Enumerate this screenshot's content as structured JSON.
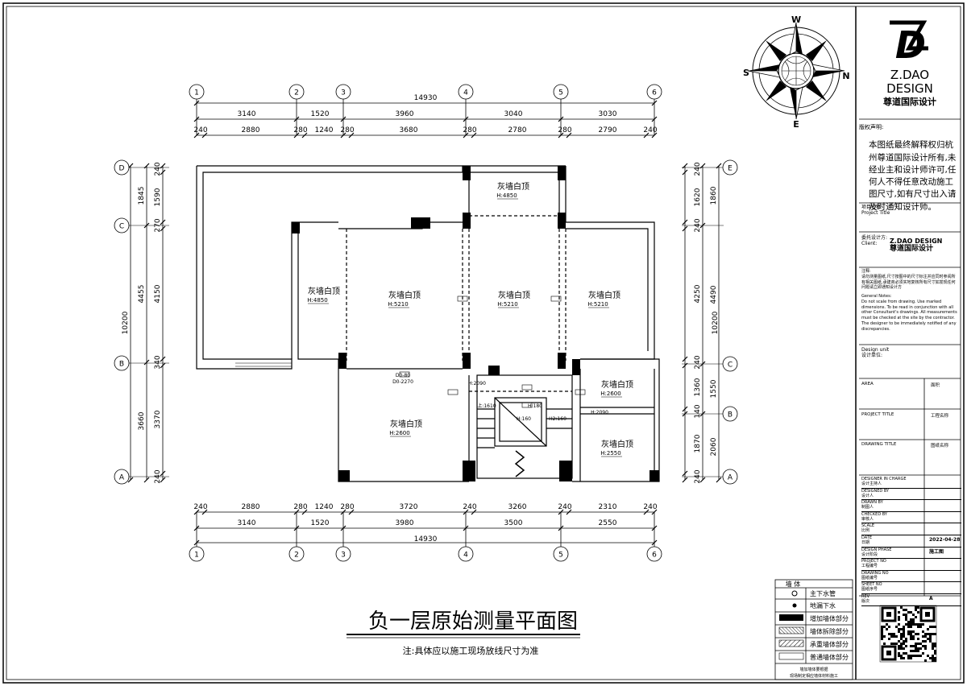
{
  "title": "负一层原始测量平面图",
  "subtitle": "注:具体应以施工现场放线尺寸为准",
  "axes": {
    "columns": [
      "1",
      "2",
      "3",
      "4",
      "5",
      "6"
    ],
    "rows_left": [
      "D",
      "C",
      "B",
      "A"
    ],
    "rows_right": [
      "E",
      "C",
      "B",
      "A"
    ]
  },
  "dims": {
    "top_total": "14930",
    "top_row1": [
      "3140",
      "1520",
      "3960",
      "3040",
      "3030"
    ],
    "top_row2": [
      "240",
      "2880",
      "280",
      "1240",
      "280",
      "3680",
      "280",
      "2780",
      "280",
      "2790",
      "240"
    ],
    "bot_total": "14930",
    "bot_row1": [
      "3140",
      "1520",
      "3980",
      "3500",
      "2550"
    ],
    "bot_row2": [
      "240",
      "2880",
      "280",
      "1240",
      "280",
      "3720",
      "240",
      "3260",
      "240",
      "2310",
      "240"
    ],
    "left_total": "10200",
    "left_row1": [
      "1845",
      "4455",
      "3660"
    ],
    "left_row2": [
      "240",
      "1590",
      "270",
      "4150",
      "340",
      "3370",
      "240"
    ],
    "right_total": "10200",
    "right_row1": [
      "1860",
      "4490",
      "1550",
      "2060"
    ],
    "right_row2": [
      "240",
      "1620",
      "240",
      "4250",
      "240",
      "1360",
      "140",
      "1870",
      "240"
    ]
  },
  "rooms": [
    {
      "label": "灰墙白顶",
      "height": "H:4850"
    },
    {
      "label": "灰墙白顶",
      "height": "H:4850"
    },
    {
      "label": "灰墙白顶",
      "height": "H:5210"
    },
    {
      "label": "灰墙白顶",
      "height": "H:5210"
    },
    {
      "label": "灰墙白顶",
      "height": "H:5210"
    },
    {
      "label": "灰墙白顶",
      "height": "H:2600"
    },
    {
      "label": "灰墙白顶",
      "height": "H:2600"
    },
    {
      "label": "灰墙白顶",
      "height": "H:2550"
    }
  ],
  "plan_small_tags": [
    "H:2090",
    "H:2090",
    "上:1610",
    "H:180",
    "H:160",
    "H2:160",
    "D0-80",
    "D0-2270"
  ],
  "compass": {
    "n": "N",
    "s": "S",
    "e": "E",
    "w": "W"
  },
  "titleblock": {
    "logo_name": "Z.DAO",
    "logo_design": "DESIGN",
    "logo_cn": "尊道国际设计",
    "copyright_label": "版权声明:",
    "copyright_text": "本图纸最终解释权归杭州尊道国际设计所有,未经业主和设计师许可,任何人不得任意改动施工图尺寸,如有尺寸出入请及时通知设计师。",
    "project_name": "项目名称:",
    "project_title": "Project Title",
    "client_label": "委托设计方:",
    "client_en": "Client:",
    "client_logo": "Z.DAO DESIGN",
    "client_logo_cn": "尊道国际设计",
    "notes_label": "注释:",
    "notes_cn": "请勿测量图纸,尺寸按图中的尺寸标注并应同时参阅所有相关图纸,承建商必须实地复核所有尺寸如发现任何问题请立即通知设计方",
    "general_notes": "General Notes:",
    "general_text": "Do not scale from drawing. Use marked dimensions. To be read in conjunction with all other Consultant's drawings. All measurements must be checked at the site by the contractor. The designer to be immediately notified of any discrepancies.",
    "design_unit": "Design unit",
    "design_unit_cn": "设计单位:",
    "area_label": "AREA",
    "area_cn": "面积",
    "project_title_label": "PROJECT TITLE",
    "project_title_cn": "工程名称",
    "drawing_title_label": "DRAWING TITLE",
    "drawing_title_cn": "图纸名称",
    "rows": [
      {
        "en": "DESIGNER IN CHARGE",
        "cn": "设计主持人",
        "val": ""
      },
      {
        "en": "DESIGNED BY",
        "cn": "设计人",
        "val": ""
      },
      {
        "en": "DRAWN BY",
        "cn": "制图人",
        "val": ""
      },
      {
        "en": "CHECKED BY",
        "cn": "审核人",
        "val": ""
      },
      {
        "en": "SCALE",
        "cn": "比例",
        "val": ""
      },
      {
        "en": "DATE",
        "cn": "日期",
        "val": "2022-04-28"
      },
      {
        "en": "DESIGN PHASE",
        "cn": "设计阶段",
        "val": "施工图"
      },
      {
        "en": "PROJECT NO",
        "cn": "工程编号",
        "val": ""
      },
      {
        "en": "DRAWING NO",
        "cn": "图纸编号",
        "val": ""
      },
      {
        "en": "SHEET NO",
        "cn": "图纸序号",
        "val": ""
      },
      {
        "en": "REV",
        "cn": "版次",
        "val": "A"
      }
    ]
  },
  "legend": {
    "header": "墙 体",
    "items": [
      "主下水管",
      "地漏下水",
      "增加墙体部分",
      "墙体拆除部分",
      "承重墙体部分",
      "普通墙体部分"
    ],
    "footer1": "墙加墙体要根据",
    "footer2": "现场制定相应墙体材料施工"
  }
}
